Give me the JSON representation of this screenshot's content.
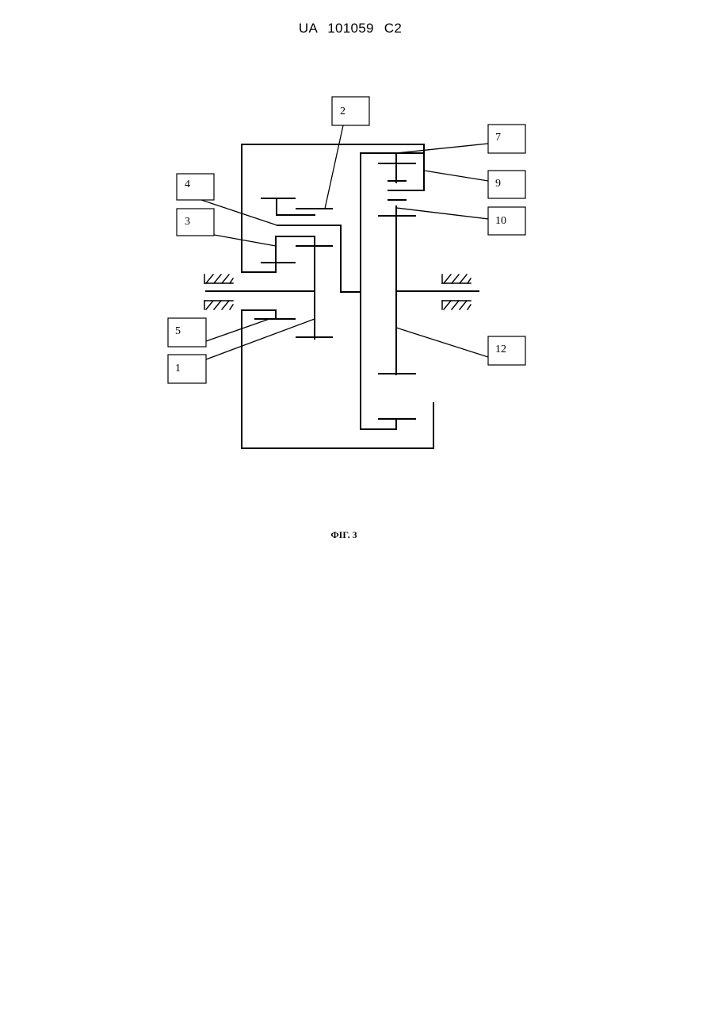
{
  "header": {
    "doc_id": "UA   101059   C2"
  },
  "figure": {
    "caption": "ФІГ. 3",
    "labels": {
      "l1": "1",
      "l2": "2",
      "l3": "3",
      "l4": "4",
      "l5": "5",
      "l7": "7",
      "l9": "9",
      "l10": "10",
      "l12": "12"
    }
  }
}
